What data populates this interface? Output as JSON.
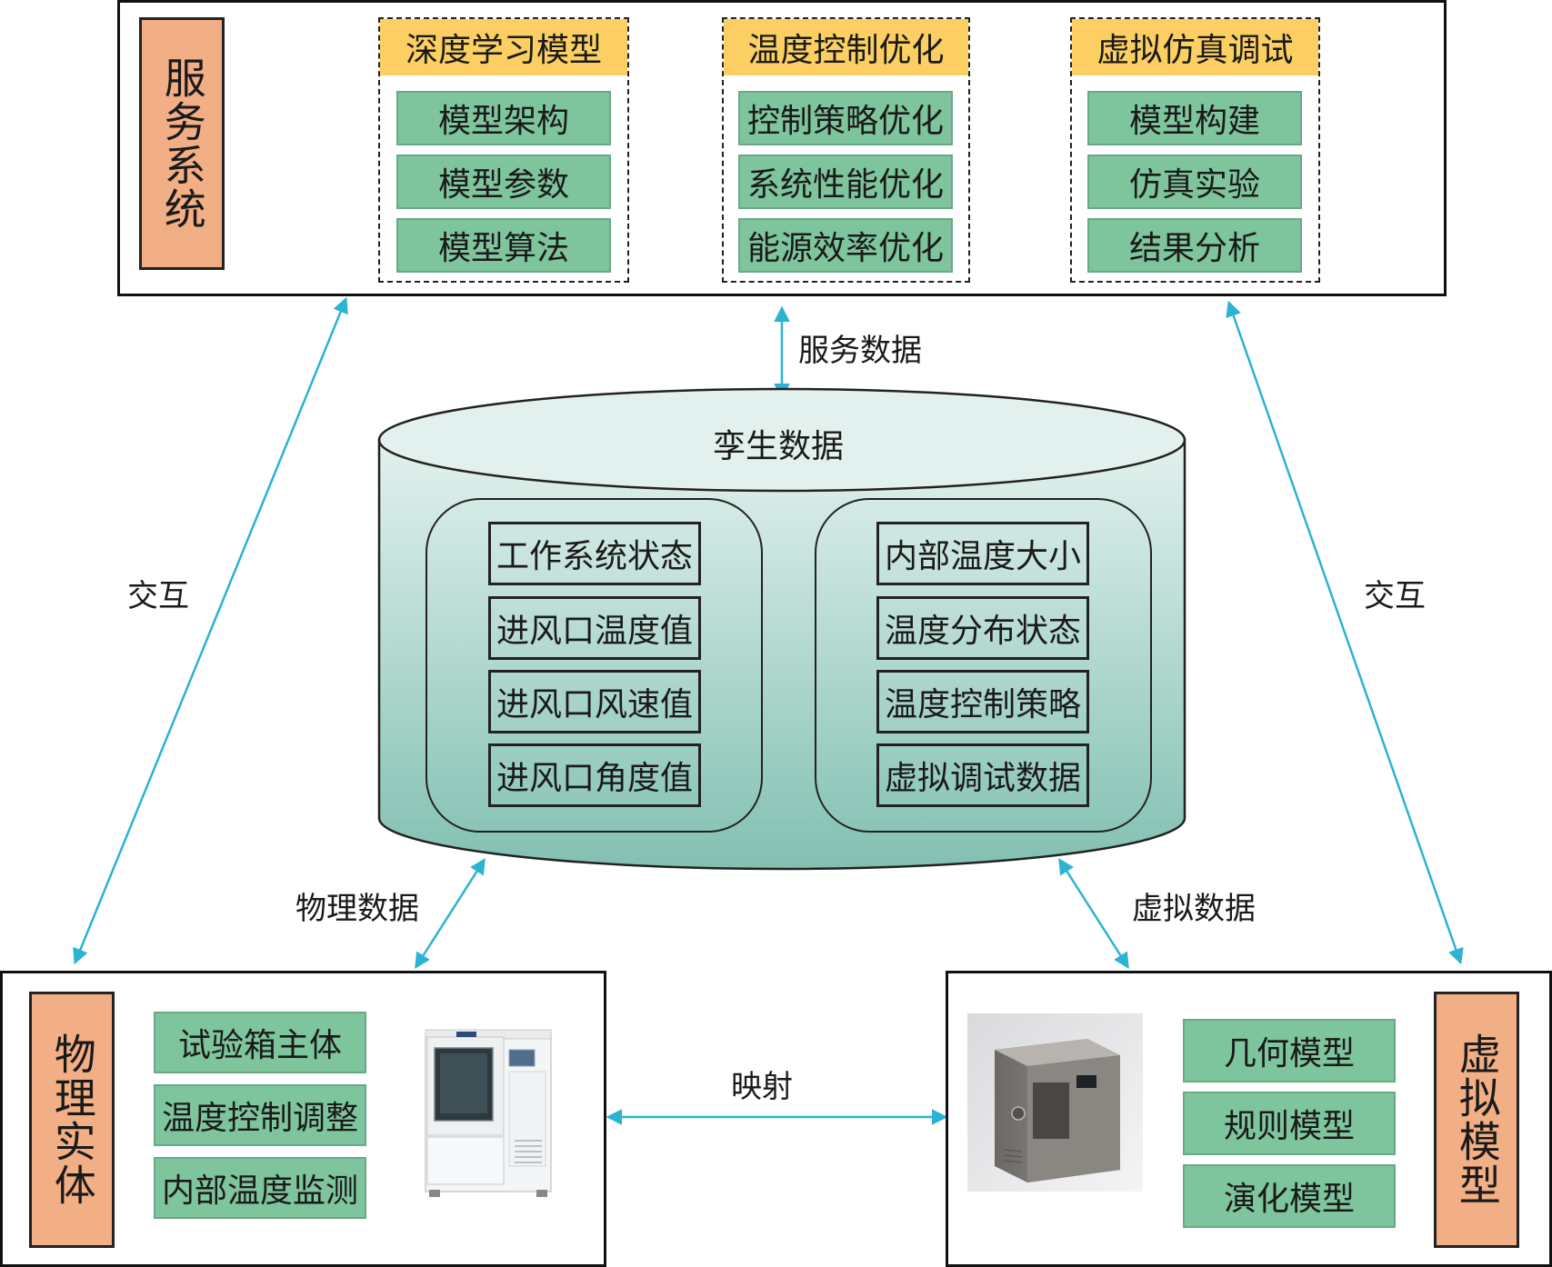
{
  "service_system": {
    "title": "服务系统",
    "groups": [
      {
        "header": "深度学习模型",
        "items": [
          "模型架构",
          "模型参数",
          "模型算法"
        ]
      },
      {
        "header": "温度控制优化",
        "items": [
          "控制策略优化",
          "系统性能优化",
          "能源效率优化"
        ]
      },
      {
        "header": "虚拟仿真调试",
        "items": [
          "模型构建",
          "仿真实验",
          "结果分析"
        ]
      }
    ]
  },
  "twin_data": {
    "title": "孪生数据",
    "left_items": [
      "工作系统状态",
      "进风口温度值",
      "进风口风速值",
      "进风口角度值"
    ],
    "right_items": [
      "内部温度大小",
      "温度分布状态",
      "温度控制策略",
      "虚拟调试数据"
    ]
  },
  "physical_entity": {
    "title": "物理实体",
    "items": [
      "试验箱主体",
      "温度控制调整",
      "内部温度监测"
    ]
  },
  "virtual_model": {
    "title": "虚拟模型",
    "items": [
      "几何模型",
      "规则模型",
      "演化模型"
    ]
  },
  "arrows": {
    "service_data": "服务数据",
    "interact_left": "交互",
    "interact_right": "交互",
    "physical_data": "物理数据",
    "virtual_data": "虚拟数据",
    "mapping": "映射"
  },
  "colors": {
    "arrow": "#2bb3d4",
    "title_block": "#f2ae84",
    "group_header": "#fbcf62",
    "green_box": "#7ec49c",
    "cylinder_top": "#e3f1ee",
    "cylinder_bottom": "#82c0b2"
  }
}
